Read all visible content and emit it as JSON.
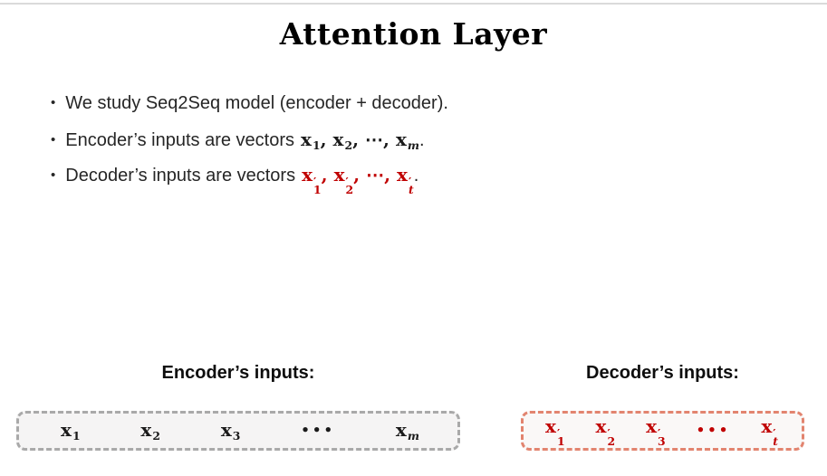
{
  "title": "Attention Layer",
  "bullets": {
    "b1": {
      "text": "We study Seq2Seq model (encoder + decoder)."
    },
    "b2": {
      "prefix": "Encoder’s inputs are vectors",
      "suffix": ".",
      "math_color": "#1a1a1a",
      "tokens": [
        {
          "base": "x",
          "sub": "1"
        },
        {
          "base": "x",
          "sub": "2"
        },
        {
          "dots": "⋯"
        },
        {
          "base": "x",
          "sub": "m"
        }
      ]
    },
    "b3": {
      "prefix": "Decoder’s inputs are vectors",
      "suffix": ".",
      "math_color": "#c00000",
      "tokens": [
        {
          "base": "x",
          "sub": "1",
          "prime": true
        },
        {
          "base": "x",
          "sub": "2",
          "prime": true
        },
        {
          "dots": "⋯"
        },
        {
          "base": "x",
          "sub": "t",
          "prime": true
        }
      ]
    }
  },
  "encoder": {
    "label": "Encoder’s inputs:",
    "border_color": "#a9a9a9",
    "fill_color": "#f5f4f4",
    "math_color": "#1a1a1a",
    "items": [
      {
        "base": "x",
        "sub": "1"
      },
      {
        "base": "x",
        "sub": "2"
      },
      {
        "base": "x",
        "sub": "3"
      },
      {
        "dots": "•••"
      },
      {
        "base": "x",
        "sub": "m"
      }
    ]
  },
  "decoder": {
    "label": "Decoder’s inputs:",
    "border_color": "#e2846f",
    "fill_color": "#faf8f7",
    "math_color": "#c00000",
    "items": [
      {
        "base": "x",
        "sub": "1",
        "prime": true
      },
      {
        "base": "x",
        "sub": "2",
        "prime": true
      },
      {
        "base": "x",
        "sub": "3",
        "prime": true
      },
      {
        "dots": "•••"
      },
      {
        "base": "x",
        "sub": "t",
        "prime": true
      }
    ]
  }
}
